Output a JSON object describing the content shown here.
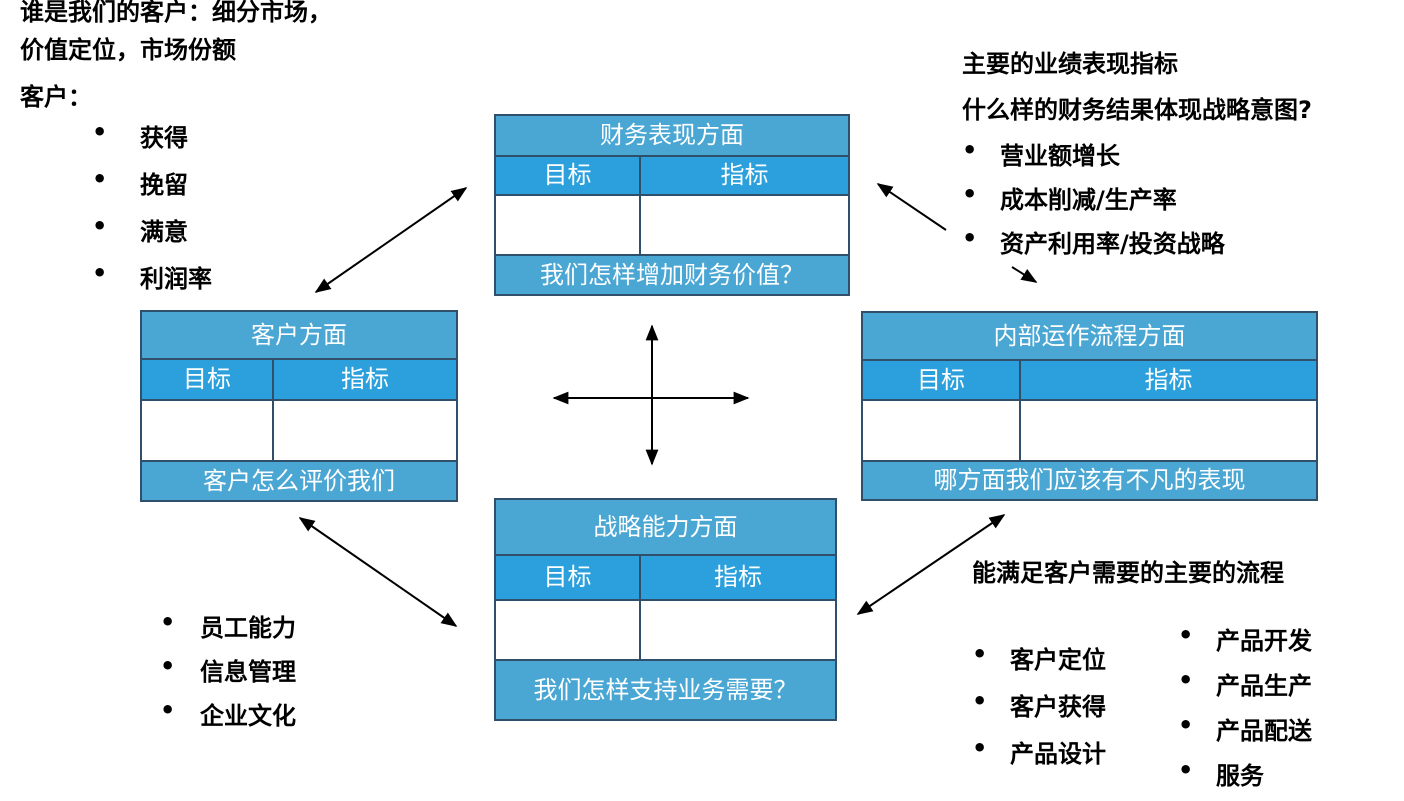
{
  "customer_question": {
    "line1": "谁是我们的客户：细分市场，",
    "line2": "价值定位，市场份额",
    "label": "客户：",
    "items": [
      "获得",
      "挽留",
      "满意",
      "利润率"
    ]
  },
  "financial_notes": {
    "line1": "主要的业绩表现指标",
    "line2": "什么样的财务结果体现战略意图?",
    "items": [
      "营业额增长",
      "成本削减/生产率",
      "资产利用率/投资战略"
    ]
  },
  "learning_notes": {
    "items": [
      "员工能力",
      "信息管理",
      "企业文化"
    ]
  },
  "process_notes": {
    "title": "能满足客户需要的主要的流程",
    "col1": [
      "客户定位",
      "客户获得",
      "产品设计"
    ],
    "col2": [
      "产品开发",
      "产品生产",
      "产品配送",
      "服务"
    ]
  },
  "boxes": {
    "financial": {
      "title": "财务表现方面",
      "goal": "目标",
      "metric": "指标",
      "footer": "我们怎样增加财务价值？"
    },
    "customer": {
      "title": "客户方面",
      "goal": "目标",
      "metric": "指标",
      "footer": "客户怎么评价我们"
    },
    "internal": {
      "title": "内部运作流程方面",
      "goal": "目标",
      "metric": "指标",
      "footer": "哪方面我们应该有不凡的表现"
    },
    "learning": {
      "title": "战略能力方面",
      "goal": "目标",
      "metric": "指标",
      "footer": "我们怎样支持业务需要？"
    }
  }
}
